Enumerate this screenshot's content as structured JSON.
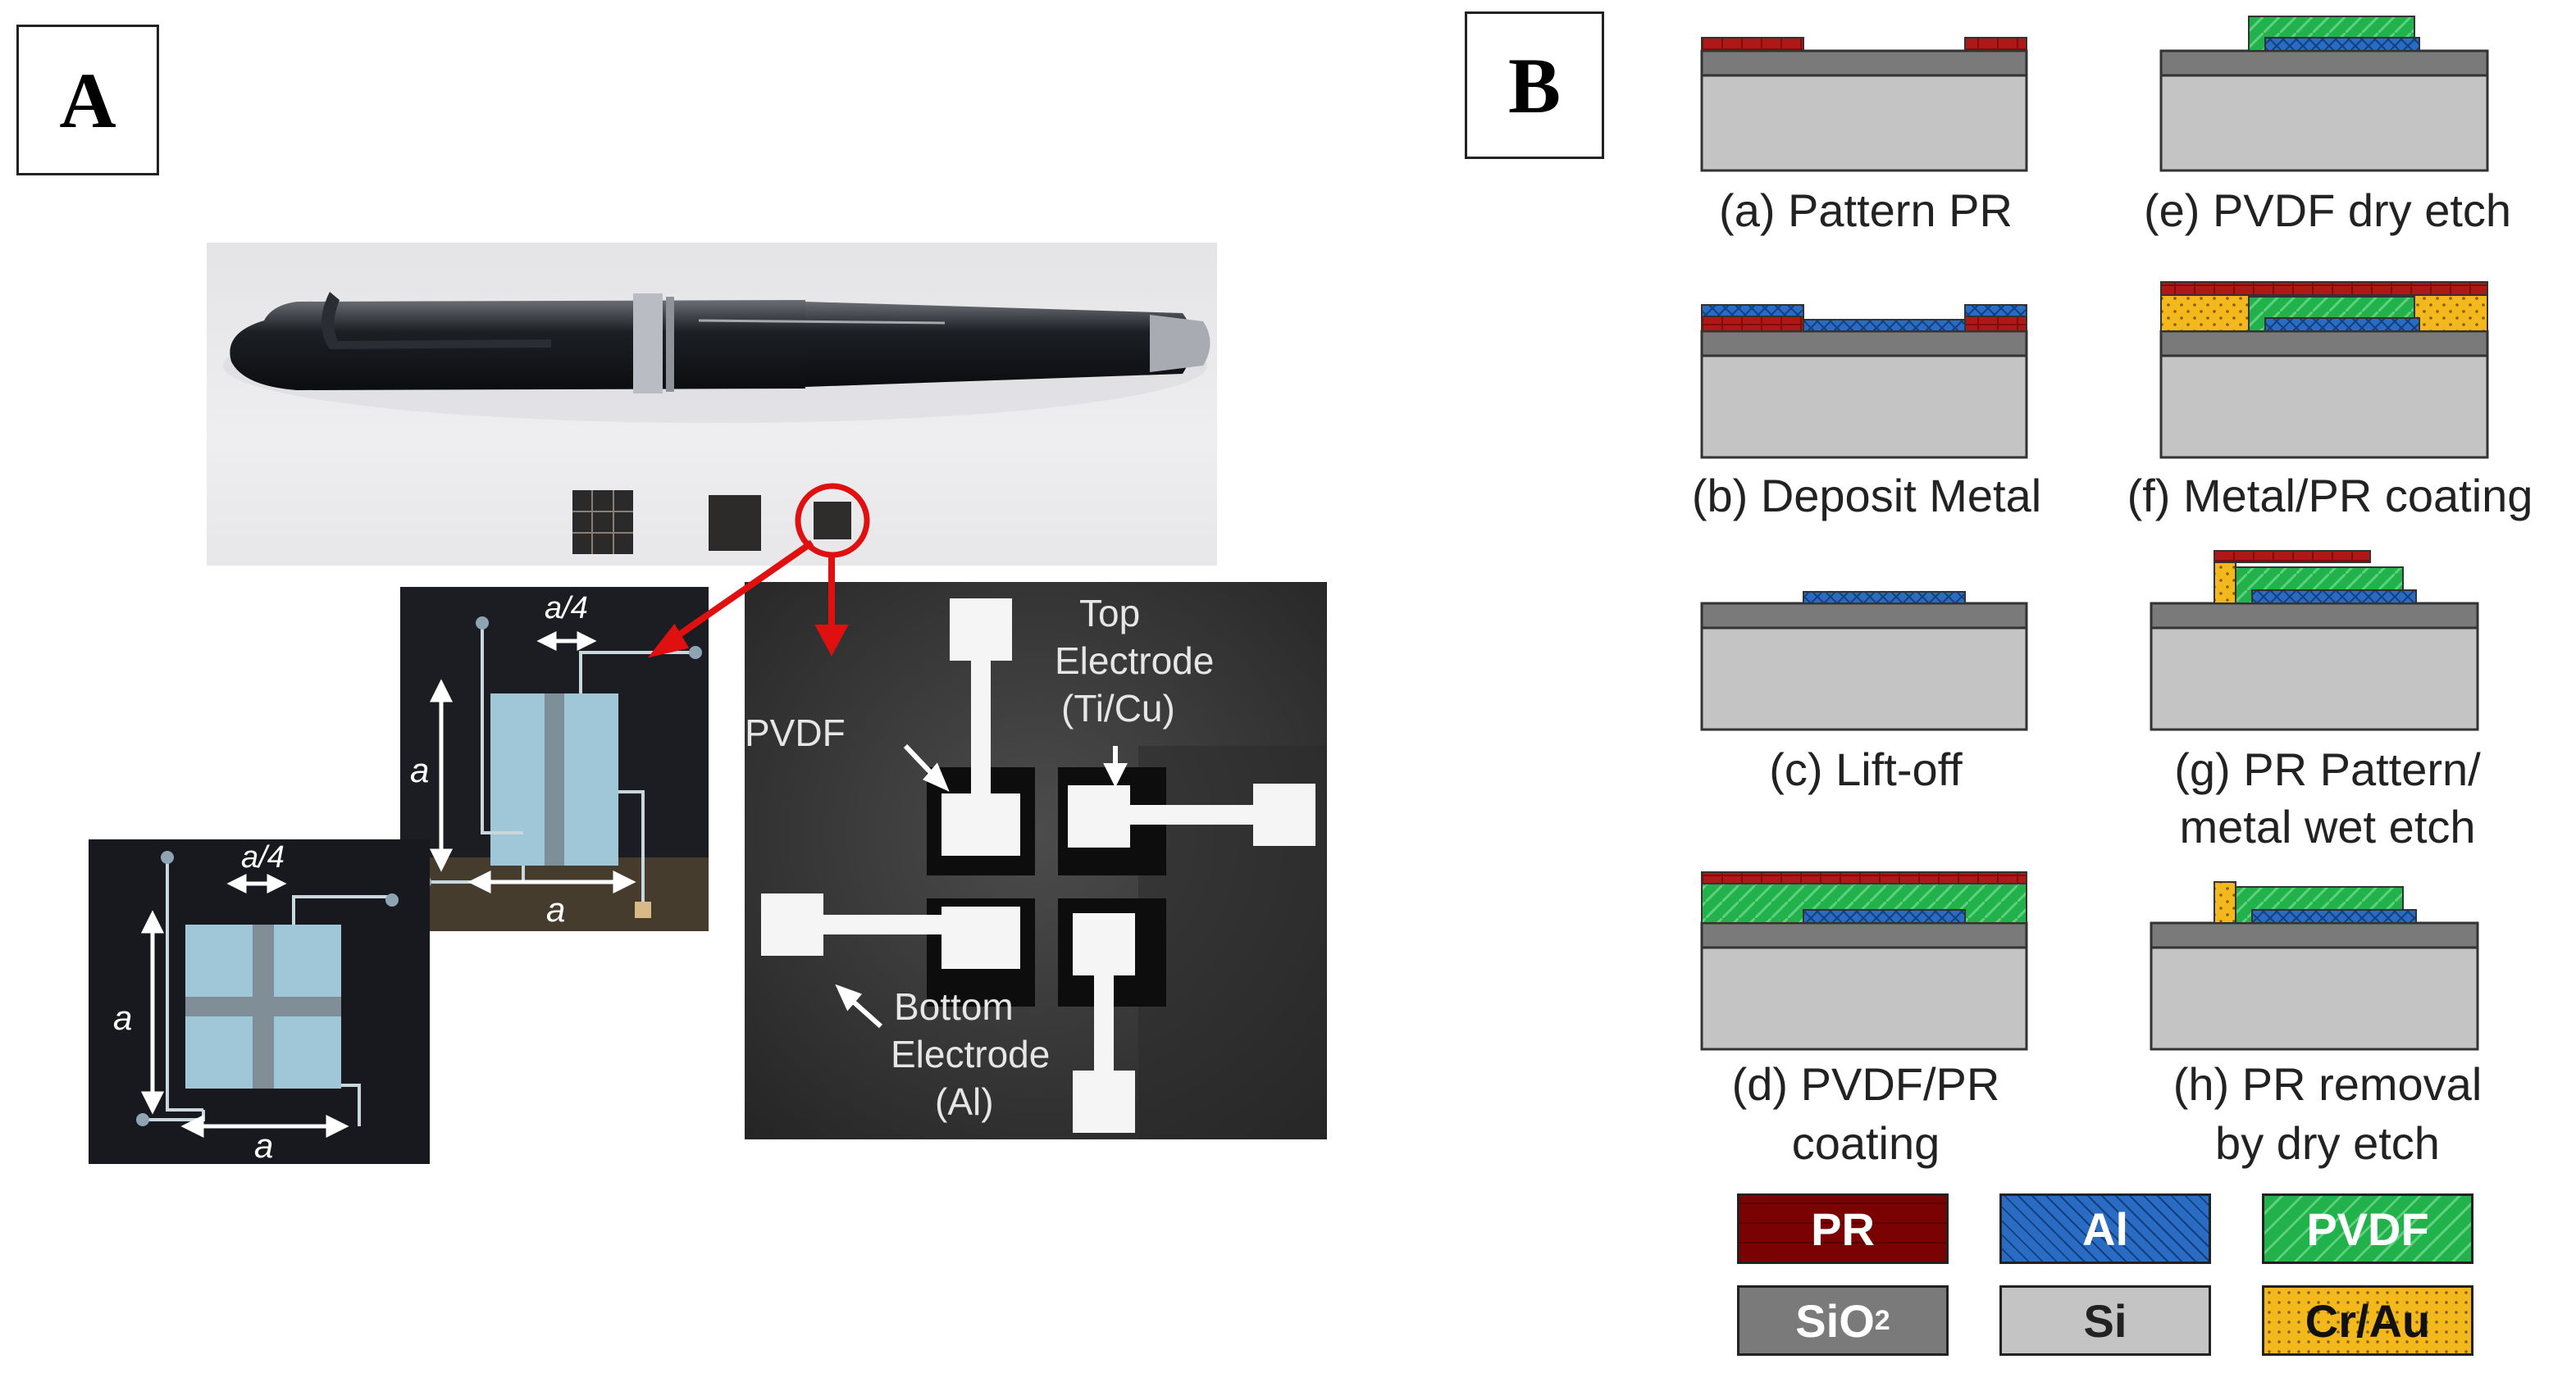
{
  "panel_a": {
    "label": "A",
    "closeup_right": {
      "pvdf": "PVDF",
      "top_electrode_line1": "Top",
      "top_electrode_line2": "Electrode",
      "top_electrode_line3": "(Ti/Cu)",
      "bottom_electrode_line1": "Bottom",
      "bottom_electrode_line2": "Electrode",
      "bottom_electrode_line3": "(Al)"
    },
    "device_upper": {
      "dim_quarter": "a/4",
      "dim_side": "a",
      "dim_bottom": "a"
    },
    "device_lower": {
      "dim_quarter": "a/4",
      "dim_side": "a",
      "dim_bottom": "a"
    }
  },
  "panel_b": {
    "label": "B",
    "steps": [
      {
        "id": "a",
        "caption": "(a) Pattern PR"
      },
      {
        "id": "b",
        "caption": "(b) Deposit Metal"
      },
      {
        "id": "c",
        "caption": "(c) Lift-off"
      },
      {
        "id": "d",
        "caption_line1": "(d) PVDF/PR",
        "caption_line2": "coating"
      },
      {
        "id": "e",
        "caption": "(e) PVDF dry etch"
      },
      {
        "id": "f",
        "caption": "(f) Metal/PR coating"
      },
      {
        "id": "g",
        "caption_line1": "(g) PR Pattern/",
        "caption_line2": "metal wet etch"
      },
      {
        "id": "h",
        "caption_line1": "(h) PR removal",
        "caption_line2": "by dry etch"
      }
    ],
    "legend": {
      "pr": "PR",
      "al": "Al",
      "pvdf": "PVDF",
      "sio2_main": "SiO",
      "sio2_sub": "2",
      "si": "Si",
      "crau": "Cr/Au"
    },
    "colors": {
      "pr": "#b01818",
      "al": "#2a6cc4",
      "pvdf": "#22b24c",
      "sio2": "#7a7a7a",
      "si": "#c4c4c4",
      "crau": "#f2b81c"
    }
  }
}
